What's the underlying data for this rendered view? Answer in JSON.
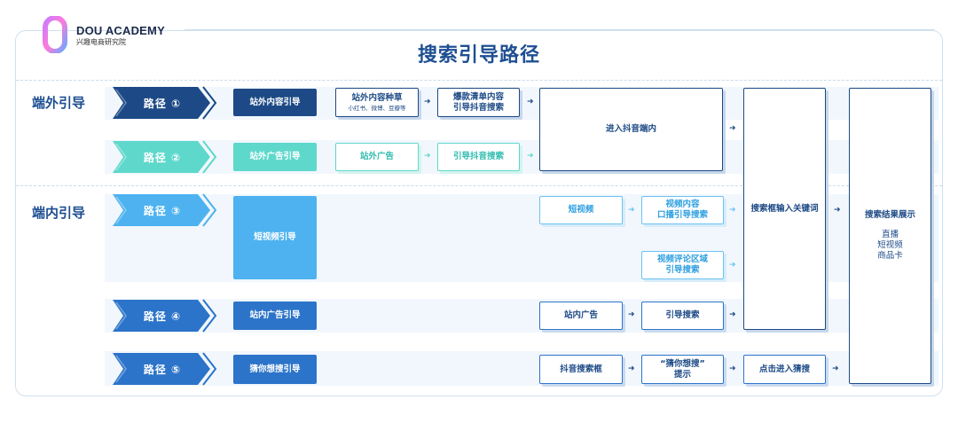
{
  "logo": {
    "brand": "DOU ACADEMY",
    "sub": "兴趣电商研究院",
    "icon": "academy-logo-icon"
  },
  "title": "搜索引导路径",
  "sections": {
    "outside": "端外引导",
    "inside": "端内引导"
  },
  "paths": [
    {
      "label": "路径 ①",
      "color": "#1d4a86"
    },
    {
      "label": "路径 ②",
      "color": "#5ed8cb"
    },
    {
      "label": "路径 ③",
      "color": "#4db2ef"
    },
    {
      "label": "路径 ④",
      "color": "#2c74c9"
    },
    {
      "label": "路径 ⑤",
      "color": "#2c74c9"
    }
  ],
  "sources": {
    "p1": "站外内容引导",
    "p2": "站外广告引导",
    "p3": "短视频引导",
    "p4": "站内广告引导",
    "p5": "猜你想搜引导"
  },
  "steps": {
    "p1_a": "站外内容种草",
    "p1_a_note": "小红书、微博、豆瓣等",
    "p1_b1": "爆款清单内容",
    "p1_b2": "引导抖音搜索",
    "p2_a": "站外广告",
    "p2_b": "引导抖音搜索",
    "enter": "进入抖音端内",
    "p3_a": "短视频",
    "p3_b1": "视频内容",
    "p3_b2": "口播引导搜索",
    "p3_c1": "视频评论区域",
    "p3_c2": "引导搜索",
    "p4_a": "站内广告",
    "p4_b": "引导搜索",
    "p5_a": "抖音搜索框",
    "p5_b1": "“猜你想搜”",
    "p5_b2": "提示",
    "p5_c": "点击进入猜搜",
    "search_box": "搜索框输入关键词",
    "result_title": "搜索结果展示",
    "result_items": [
      "直播",
      "短视频",
      "商品卡"
    ]
  },
  "arrow_glyph": "➜"
}
